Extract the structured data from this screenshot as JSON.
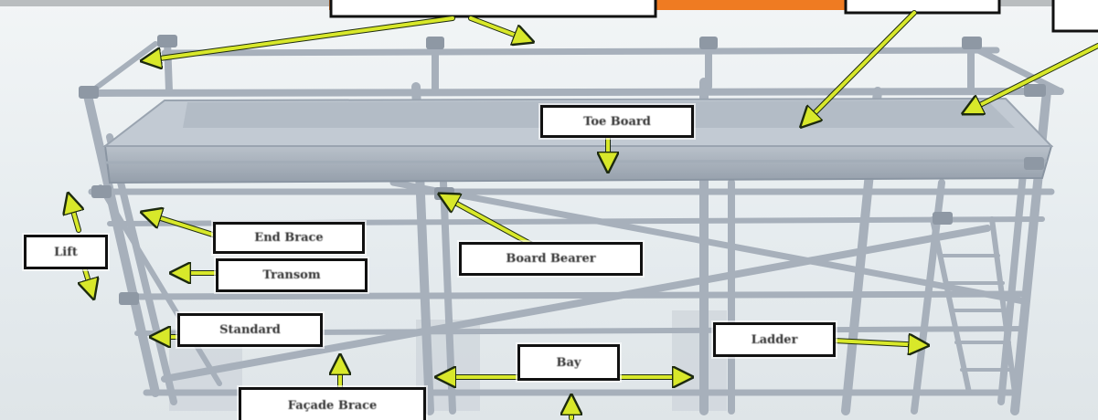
{
  "labels": {
    "toe_board": "Toe Board",
    "lift": "Lift",
    "end_brace": "End Brace",
    "transom": "Transom",
    "board_bearer": "Board Bearer",
    "standard": "Standard",
    "bay": "Bay",
    "ladder": "Ladder",
    "facade_brace": "Façade Brace"
  },
  "colors": {
    "arrow": "#d8e82a",
    "arrow_outline": "#1d2a10",
    "orange_bar": "#ef7b22",
    "tube": "#a9b2bd",
    "background": "#e9eef1"
  }
}
